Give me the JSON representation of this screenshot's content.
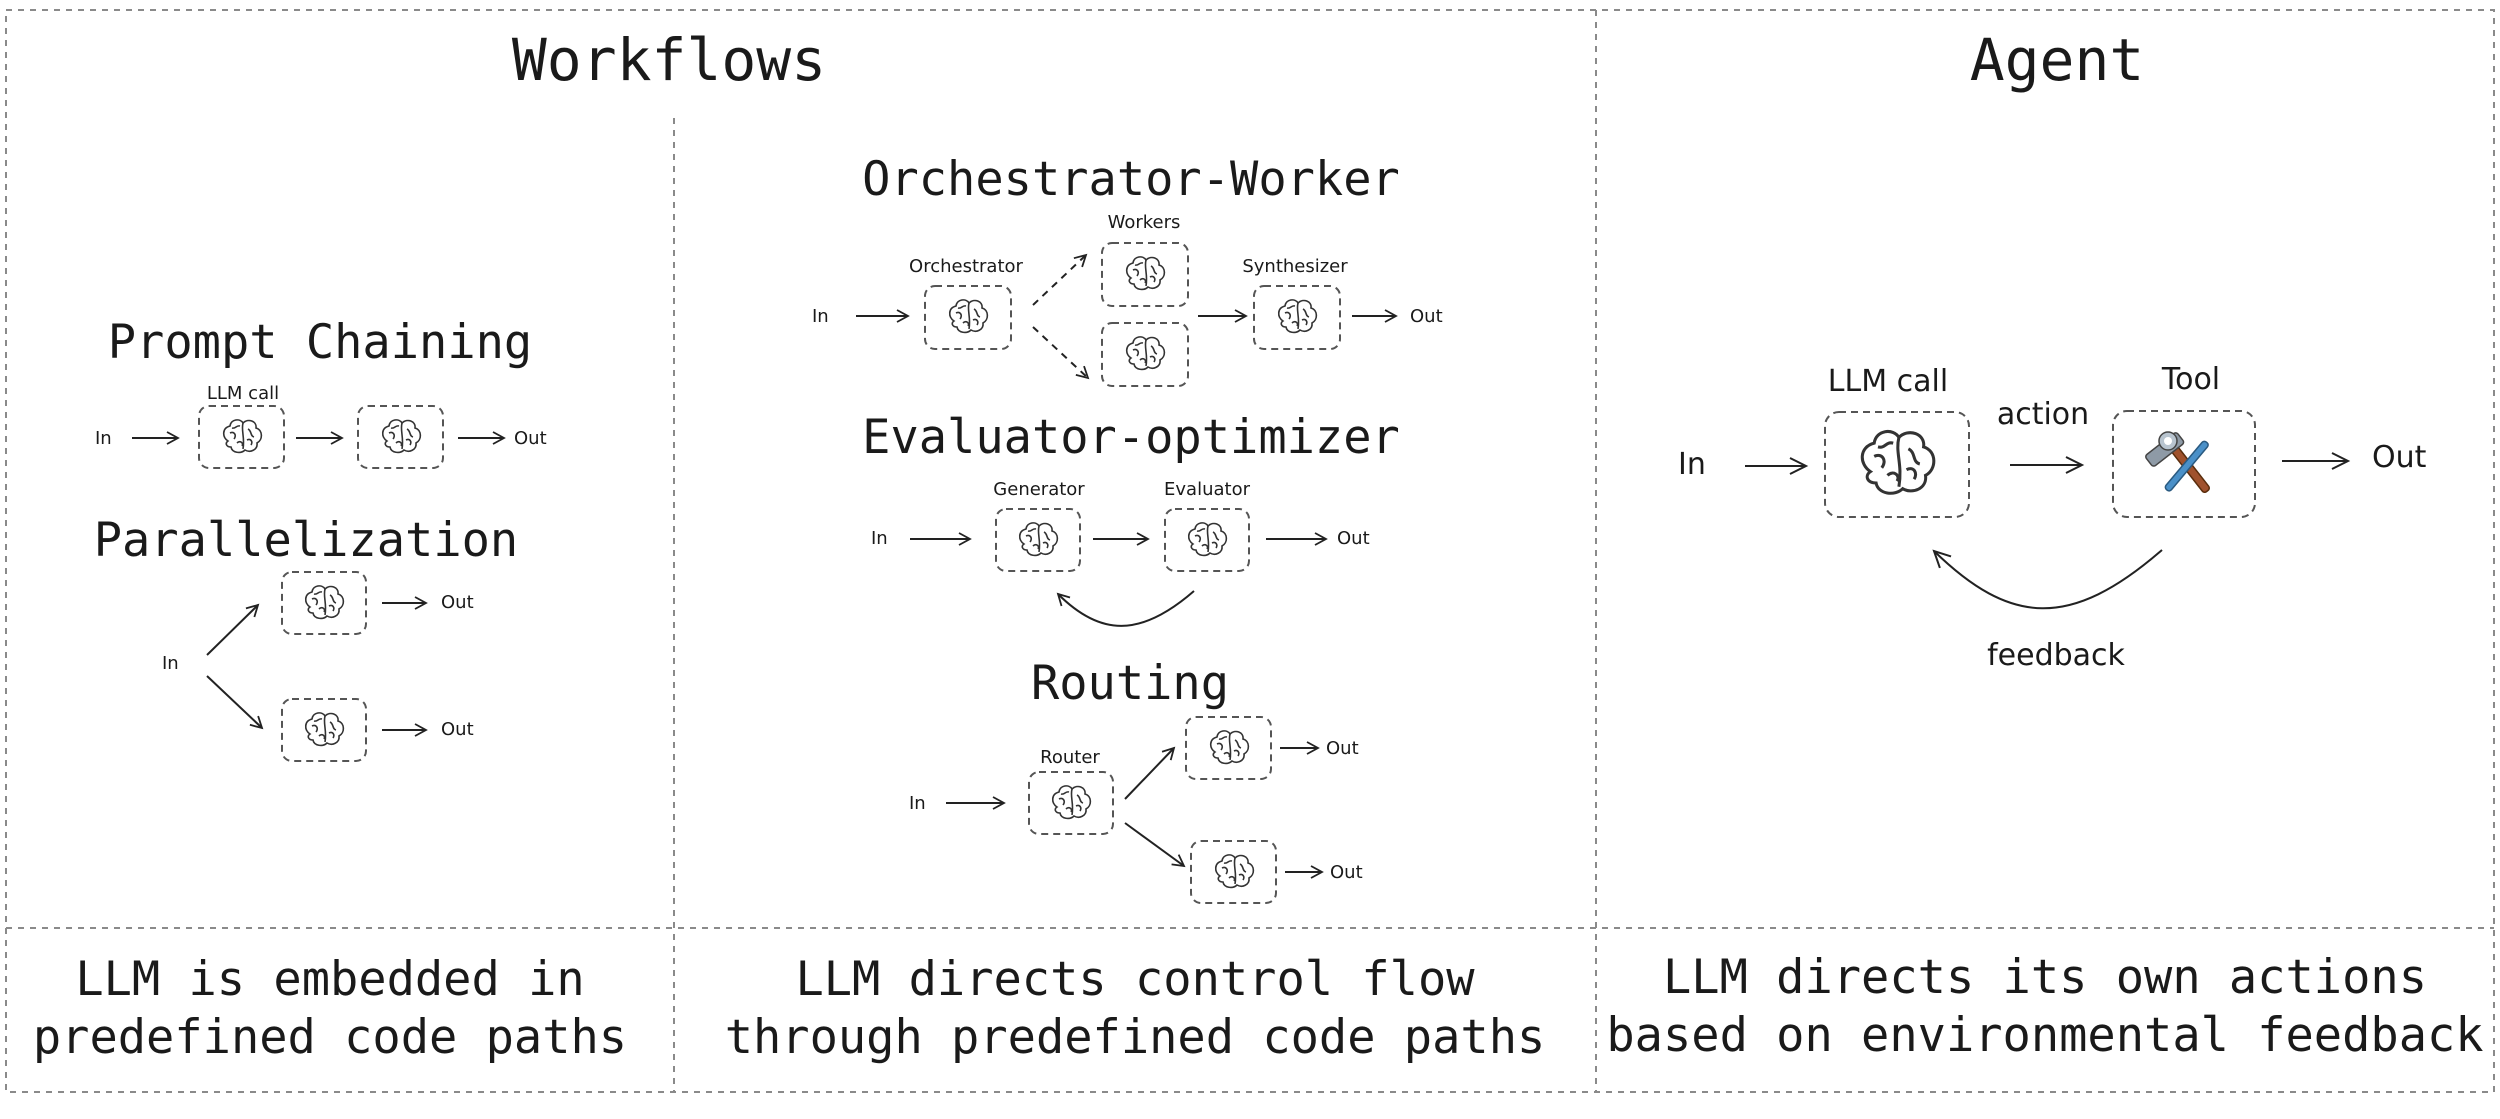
{
  "header": {
    "workflows_title": "Workflows",
    "agent_title": "Agent"
  },
  "prompt_chaining": {
    "title": "Prompt Chaining",
    "in": "In",
    "llm_call": "LLM call",
    "out": "Out"
  },
  "parallelization": {
    "title": "Parallelization",
    "in": "In",
    "out_1": "Out",
    "out_2": "Out"
  },
  "orchestrator_worker": {
    "title": "Orchestrator-Worker",
    "in": "In",
    "orchestrator": "Orchestrator",
    "workers": "Workers",
    "synthesizer": "Synthesizer",
    "out": "Out"
  },
  "evaluator_optimizer": {
    "title": "Evaluator-optimizer",
    "in": "In",
    "generator": "Generator",
    "evaluator": "Evaluator",
    "out": "Out"
  },
  "routing": {
    "title": "Routing",
    "in": "In",
    "router": "Router",
    "out_1": "Out",
    "out_2": "Out"
  },
  "agent": {
    "in": "In",
    "llm_call": "LLM call",
    "action": "action",
    "tool": "Tool",
    "tool_icon": "hammer-and-wrench",
    "out": "Out",
    "feedback": "feedback"
  },
  "captions": {
    "col1_line1": "LLM is embedded in",
    "col1_line2": "predefined code paths",
    "col2_line1": "LLM directs control flow",
    "col2_line2": "through predefined code paths",
    "col3_line1": "LLM directs its own actions",
    "col3_line2": "based on environmental feedback"
  }
}
